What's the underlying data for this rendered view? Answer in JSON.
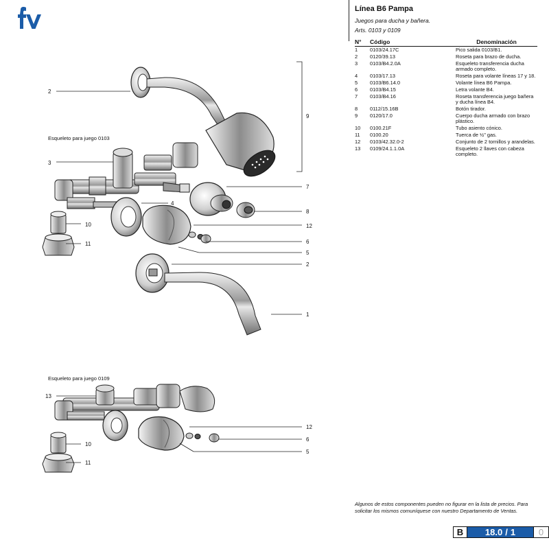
{
  "brand": {
    "logo_icon": "fv-logo-icon",
    "color": "#1b5ca8"
  },
  "header": {
    "title": "Línea B6 Pampa",
    "subtitle": "Juegos para ducha y bañera.",
    "arts": "Arts. 0103 y 0109"
  },
  "table": {
    "headers": {
      "n": "N°",
      "code": "Código",
      "name": "Denominación"
    },
    "rows": [
      {
        "n": "1",
        "code": "0103/24.17C",
        "name": "Pico salida 0103/B1."
      },
      {
        "n": "2",
        "code": "0120/39.13",
        "name": "Roseta para brazo de ducha."
      },
      {
        "n": "3",
        "code": "0103/B4.2.0A",
        "name": "Esqueleto transferencia ducha armado completo."
      },
      {
        "n": "4",
        "code": "0103/17.13",
        "name": "Roseta para volante líneas 17 y 18."
      },
      {
        "n": "5",
        "code": "0103/B6.14.0",
        "name": "Volante línea B6 Pampa."
      },
      {
        "n": "6",
        "code": "0103/B4.15",
        "name": "Letra volante B4."
      },
      {
        "n": "7",
        "code": "0103/B4.16",
        "name": "Roseta transferencia juego bañera y ducha línea B4."
      },
      {
        "n": "8",
        "code": "0112/15.16B",
        "name": "Botón tirador."
      },
      {
        "n": "9",
        "code": "0120/17.0",
        "name": "Cuerpo ducha armado con brazo plástico."
      },
      {
        "n": "10",
        "code": "0100.21F",
        "name": "Tubo asiento cónico."
      },
      {
        "n": "11",
        "code": "0100.20",
        "name": "Tuerca de ½\" gas."
      },
      {
        "n": "12",
        "code": "0103/42.32.0-2",
        "name": "Conjunto de 2 tornillos y arandelas."
      },
      {
        "n": "13",
        "code": "0109/24.1.1.0A",
        "name": "Esqueleto 2 llaves con cabeza completo."
      }
    ]
  },
  "diagram": {
    "caption_top": "Esqueleto para juego 0103",
    "caption_bottom": "Esqueleto para juego 0109",
    "labels_top": {
      "l2a": "2",
      "l9": "9",
      "l3": "3",
      "l7": "7",
      "l4": "4",
      "l8": "8",
      "l10": "10",
      "l12": "12",
      "l11": "11",
      "l6": "6",
      "l5": "5",
      "l2b": "2",
      "l1": "1"
    },
    "labels_bottom": {
      "l13": "13",
      "l12": "12",
      "l6": "6",
      "l10": "10",
      "l5": "5",
      "l11": "11"
    }
  },
  "footer": {
    "note": "Algunos de estos componentes pueden no figurar en la lista de precios. Para solicitar los mismos comuníquese con nuestro Departamento de Ventas.",
    "page_letter": "B",
    "page_num": "18.0",
    "page_sep": "/",
    "page_sub": "1",
    "page_extra": "0"
  }
}
